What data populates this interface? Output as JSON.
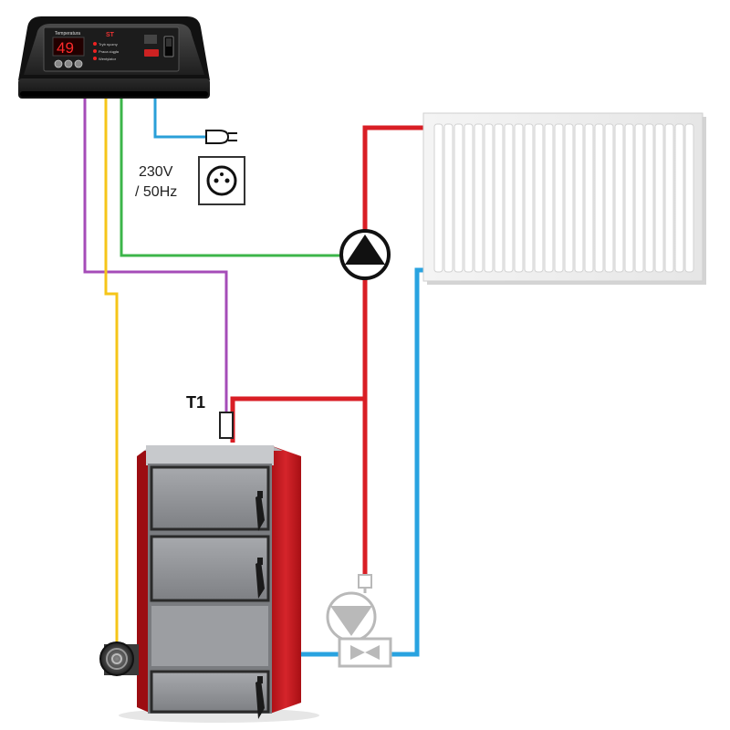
{
  "controller": {
    "display_value": "49",
    "brand": "ST",
    "header_text": "Temperatura",
    "menu_items": [
      "Tryb ręczny",
      "Praca ciągła",
      "Wentylator"
    ]
  },
  "power": {
    "voltage": "230V",
    "frequency": "/ 50Hz"
  },
  "sensor": {
    "label": "T1"
  },
  "colors": {
    "wire_purple": "#a54cb8",
    "wire_yellow": "#f5c518",
    "wire_green": "#3cb54a",
    "wire_blue": "#2a9fd8",
    "pipe_red": "#d91e25",
    "pipe_blue": "#29a3e0",
    "boiler_red": "#c3161c",
    "boiler_door": "#8d8f93"
  }
}
